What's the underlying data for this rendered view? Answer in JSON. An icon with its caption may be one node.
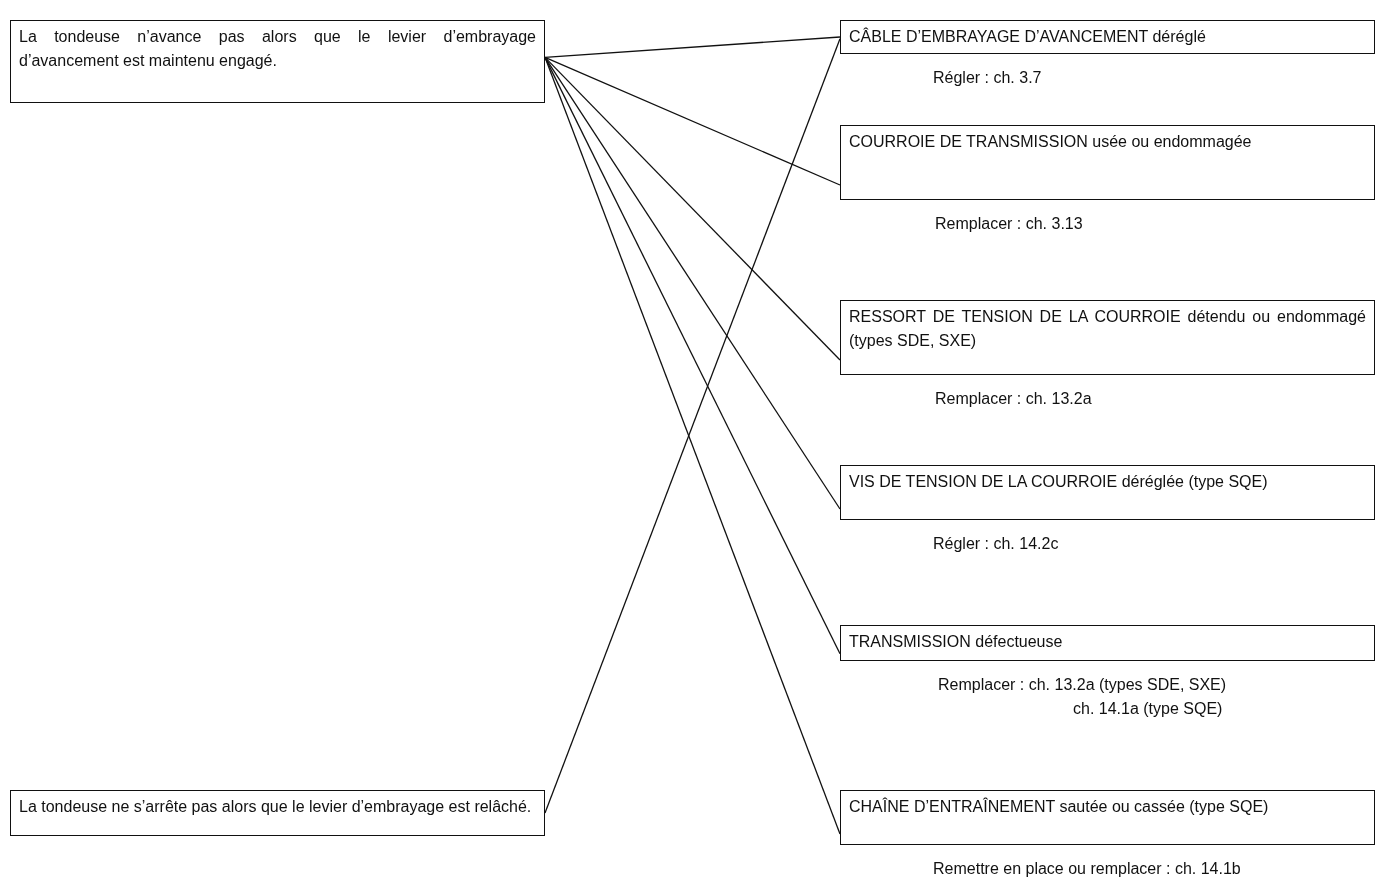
{
  "diagram": {
    "nodes": [
      {
        "text": [
          "La tondeuse n’avance pas alors que le levier d’embrayage d’avancement est maintenu engagé."
        ]
      },
      {
        "text": [
          "La tondeuse ne s’arrête pas alors que le levier d’embrayage est relâché."
        ]
      },
      {
        "text": [
          "CÂBLE D’EMBRAYAGE D’AVANCEMENT déréglé"
        ],
        "beside": [
          "Régler : ch. 3.7"
        ]
      },
      {
        "text": [
          "COURROIE DE TRANSMISSION usée ou endommagée"
        ],
        "beside": [
          "Remplacer : ch. 3.13"
        ]
      },
      {
        "text": [
          "RESSORT DE TENSION DE LA COURROIE détendu ou endommagé (types SDE, SXE)"
        ],
        "beside": [
          "Remplacer : ch. 13.2a"
        ]
      },
      {
        "text": [
          "VIS DE TENSION DE LA COURROIE déréglée (type SQE)"
        ],
        "beside": [
          "Régler : ch. 14.2c"
        ]
      },
      {
        "text": [
          "TRANSMISSION défectueuse"
        ],
        "beside": [
          "Remplacer : ch. 13.2a (types SDE, SXE)",
          "ch. 14.1a (type SQE)"
        ]
      },
      {
        "text": [
          "CHAÎNE D’ENTRAÎNEMENT sautée ou cassée (type SQE)"
        ],
        "beside": [
          "Remettre en place ou remplacer : ch. 14.1b"
        ]
      }
    ],
    "edges": [
      {
        "from": 0,
        "to": 2,
        "arrow": "none"
      },
      {
        "from": 0,
        "to": 3,
        "arrow": "none"
      },
      {
        "from": 0,
        "to": 4,
        "arrow": "none"
      },
      {
        "from": 0,
        "to": 5,
        "arrow": "none"
      },
      {
        "from": 0,
        "to": 6,
        "arrow": "none"
      },
      {
        "from": 0,
        "to": 7,
        "arrow": "none"
      },
      {
        "from": 1,
        "to": 2,
        "arrow": "none"
      }
    ]
  }
}
